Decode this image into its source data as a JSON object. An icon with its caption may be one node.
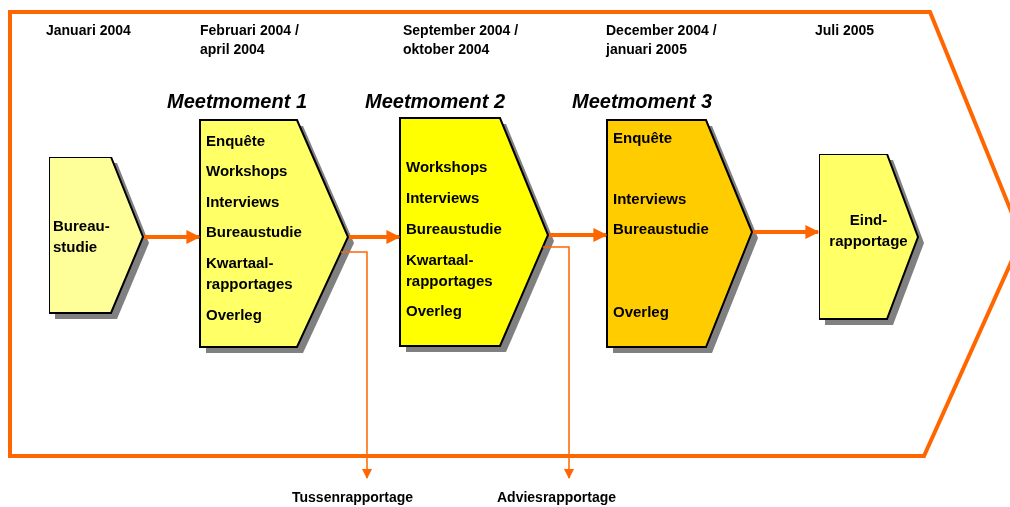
{
  "diagram": {
    "nodes": [
      {
        "text": [],
        "shape": "arrow"
      },
      {
        "text": [
          "Bureau- studie"
        ],
        "in": 0
      },
      {
        "text": [
          "Meetmoment 1",
          "Enquête",
          "Workshops",
          "Interviews",
          "Bureaustudie",
          "Kwartaal- rapportages",
          "Overleg"
        ],
        "in": 0
      },
      {
        "text": [
          "Meetmoment 2",
          "Workshops",
          "Interviews",
          "Bureaustudie",
          "Kwartaal- rapportages",
          "Overleg"
        ],
        "in": 0
      },
      {
        "text": [
          "Meetmoment 3",
          "Enquête",
          "Interviews",
          "Bureaustudie",
          "Overleg"
        ],
        "in": 0
      },
      {
        "text": [
          "Eind- rapportage"
        ],
        "in": 0
      },
      {
        "text": [
          "Tussenrapportage"
        ]
      },
      {
        "text": [
          "Adviesrapportage"
        ]
      }
    ],
    "edges": [
      {
        "from": 1,
        "to": 2,
        "arrow": "to"
      },
      {
        "from": 2,
        "to": 3,
        "arrow": "to"
      },
      {
        "from": 3,
        "to": 4,
        "arrow": "to"
      },
      {
        "from": 4,
        "to": 5,
        "arrow": "to"
      },
      {
        "from": 2,
        "to": 6,
        "arrow": "to"
      },
      {
        "from": 3,
        "to": 7,
        "arrow": "to"
      }
    ],
    "labels": [
      "Januari 2004",
      "Februari 2004 / april 2004",
      "September 2004 / oktober 2004",
      "December 2004 / januari 2005",
      "Juli 2005"
    ]
  }
}
